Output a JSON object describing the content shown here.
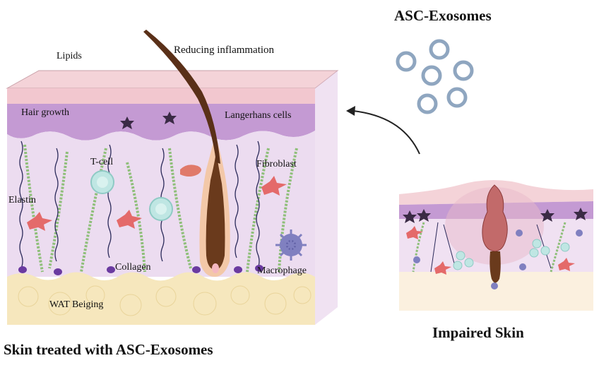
{
  "title_exosomes": "ASC-Exosomes",
  "caption_left": "Skin treated with ASC-Exosomes",
  "caption_right": "Impaired Skin",
  "labels": {
    "lipids": "Lipids",
    "reducing_inflammation": "Reducing inflammation",
    "hair_growth": "Hair growth",
    "langerhans": "Langerhans cells",
    "tcell": "T-cell",
    "fibroblast": "Fibroblast",
    "elastin": "Elastin",
    "collagen": "Collagen",
    "macrophage": "Macrophage",
    "wat_beiging": "WAT Beiging"
  },
  "colors": {
    "stratum_corneum": "#f2c7cf",
    "epidermis": "#c49ad3",
    "dermis": "#ecdcf0",
    "fat": "#f6e7bd",
    "hair": "#5a3018",
    "exosome_ring": "#8fa6c0",
    "collagen": "#8fbf7a",
    "elastin": "#2b2a5a",
    "fibroblast": "#e46a6a",
    "tcell": "#bfe6e3",
    "macrophage": "#8080c0"
  }
}
